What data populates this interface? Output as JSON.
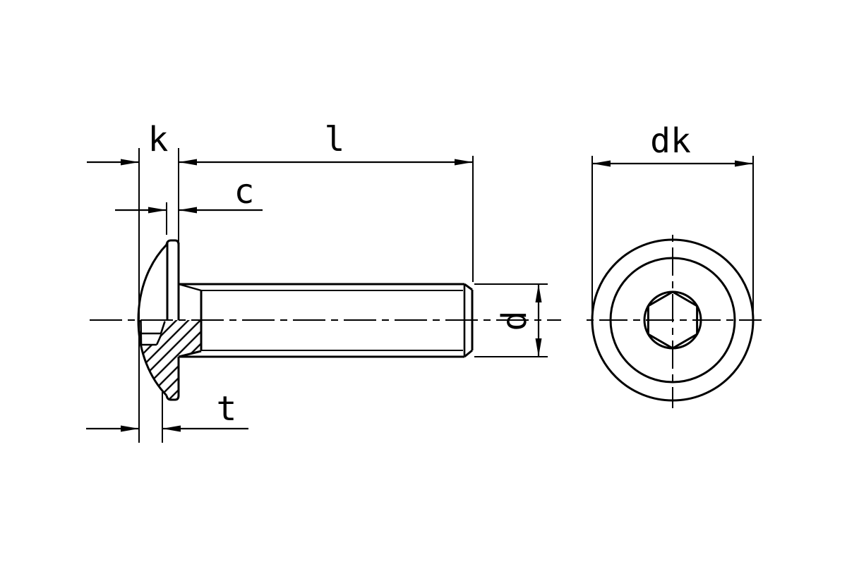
{
  "drawing": {
    "background_color": "#ffffff",
    "line_color": "#000000",
    "dimension_labels": {
      "k": "k",
      "l": "l",
      "c": "c",
      "t": "t",
      "d": "d",
      "dk": "dk"
    },
    "views": {
      "side_view": {
        "description_labels": [
          "k",
          "l",
          "c",
          "t",
          "d"
        ]
      },
      "end_view": {
        "description_labels": [
          "dk"
        ]
      }
    }
  }
}
